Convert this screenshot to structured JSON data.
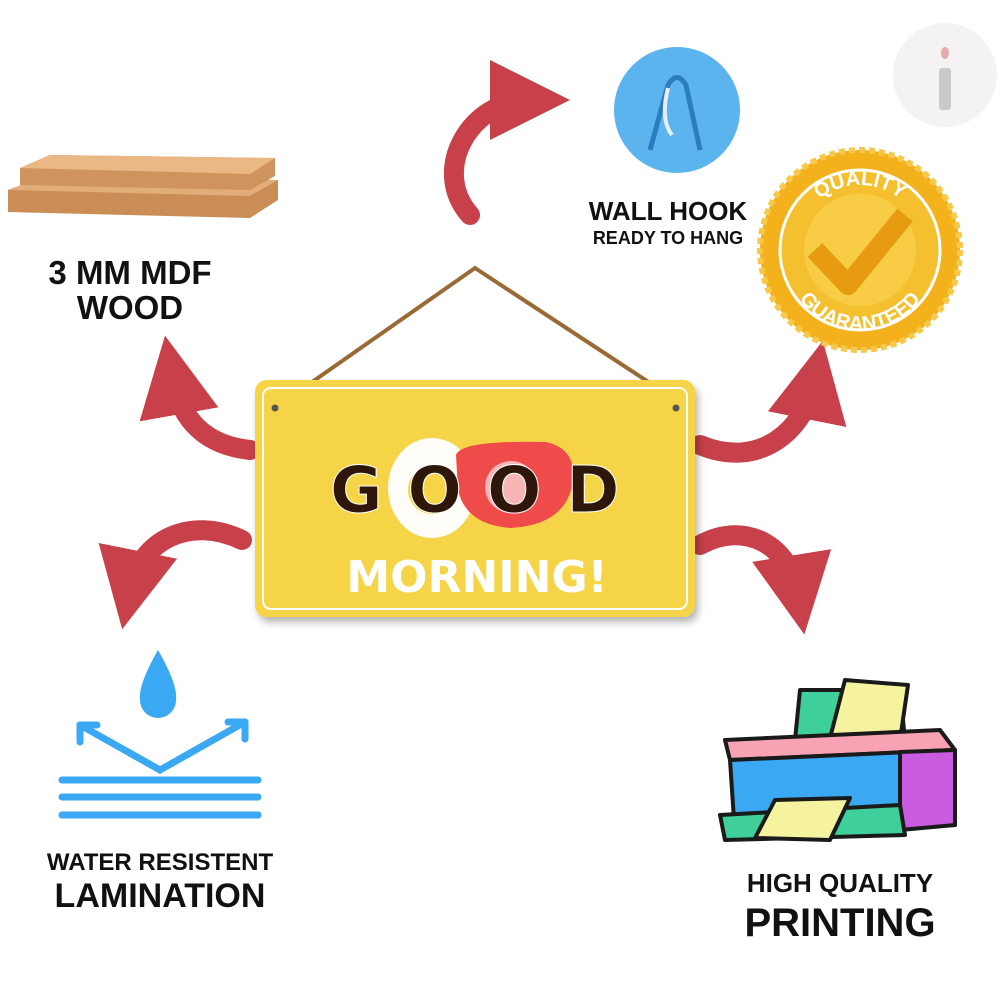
{
  "features": {
    "wood": {
      "line1": "3 MM MDF",
      "line2": "WOOD"
    },
    "hook": {
      "title": "WALL HOOK",
      "subtitle": "READY TO HANG"
    },
    "badge": {
      "top": "QUALITY",
      "bottom": "GUARANTEED"
    },
    "water": {
      "line1": "WATER RESISTENT",
      "line2": "LAMINATION"
    },
    "printing": {
      "line1": "HIGH QUALITY",
      "line2": "PRINTING"
    }
  },
  "sign": {
    "word1": "GOOD",
    "word2": "MORNING!"
  },
  "colors": {
    "arrow": "#c7404a",
    "sign": "#f5d547",
    "hook": "#5cb4ee",
    "badge": "#f3b21c",
    "water": "#3aa8f2"
  }
}
